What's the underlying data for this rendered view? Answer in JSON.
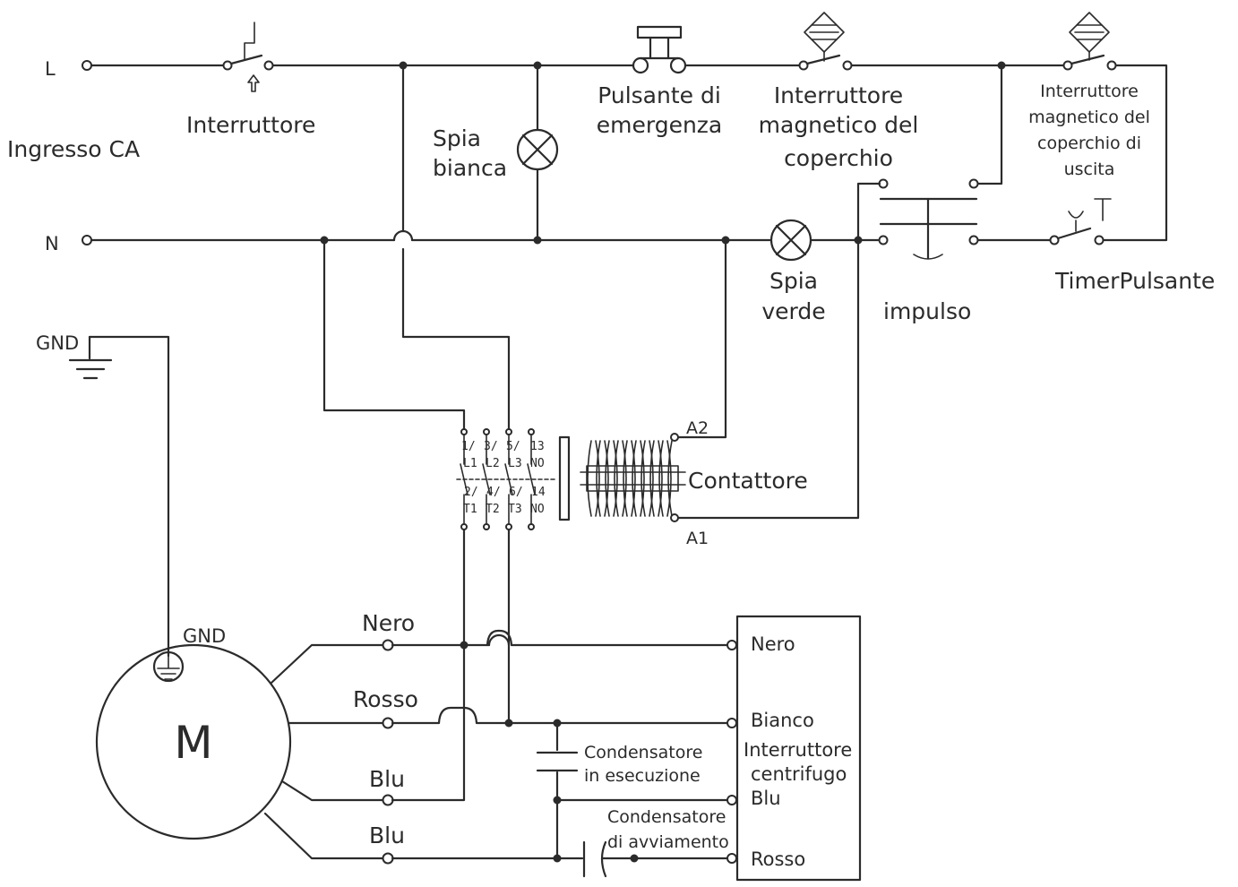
{
  "rails": {
    "line": "L",
    "neutral": "N"
  },
  "labels": {
    "ac_input": "Ingresso CA",
    "switch": "Interruttore",
    "white_lamp_1": "Spia",
    "white_lamp_2": "bianca",
    "emergency_1": "Pulsante di",
    "emergency_2": "emergenza",
    "lid_switch_1": "Interruttore",
    "lid_switch_2": "magnetico del",
    "lid_switch_3": "coperchio",
    "outlet_switch_1": "Interruttore",
    "outlet_switch_2": "magnetico del",
    "outlet_switch_3": "coperchio di",
    "outlet_switch_4": "uscita",
    "green_lamp_1": "Spia",
    "green_lamp_2": "verde",
    "pulse": "impulso",
    "timer_button": "TimerPulsante",
    "gnd_top": "GND",
    "gnd_motor": "GND",
    "motor": "M",
    "contactor": "Contattore",
    "a1": "A1",
    "a2": "A2",
    "wire_black": "Nero",
    "wire_red": "Rosso",
    "wire_blue_1": "Blu",
    "wire_blue_2": "Blu",
    "run_cap_1": "Condensatore",
    "run_cap_2": "in esecuzione",
    "start_cap_1": "Condensatore",
    "start_cap_2": "di avviamento",
    "box_black": "Nero",
    "box_white": "Bianco",
    "box_cs_1": "Interruttore",
    "box_cs_2": "centrifugo",
    "box_blue": "Blu",
    "box_red": "Rosso"
  },
  "contactor_terminals": {
    "top": [
      "1/",
      "3/",
      "5/",
      "13"
    ],
    "top_sub": [
      "L1",
      "L2",
      "L3",
      "NO"
    ],
    "bottom": [
      "2/",
      "4/",
      "6/",
      "14"
    ],
    "bottom_sub": [
      "T1",
      "T2",
      "T3",
      "NO"
    ]
  }
}
